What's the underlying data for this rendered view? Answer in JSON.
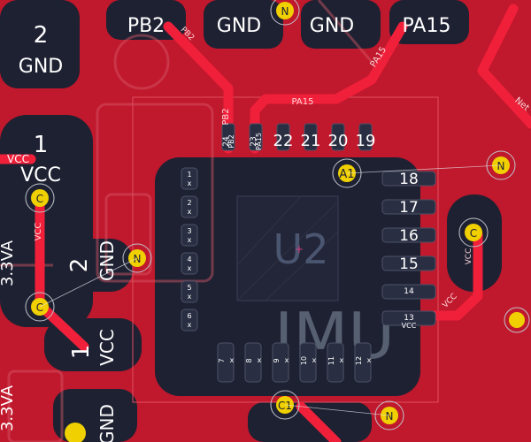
{
  "colors": {
    "copper": "#c0182c",
    "copper_dark": "#7a1424",
    "trace": "#f0203a",
    "pad_bg": "#1e2132",
    "via_fill": "#f0d000",
    "silk": "#6b7686",
    "white": "#ffffff"
  },
  "top_labels": {
    "pb2": "PB2",
    "gnd1": "GND",
    "gnd2": "GND",
    "pa15": "PA15"
  },
  "left_labels": {
    "pin2_num": "2",
    "pin2_net": "GND",
    "pin1_num": "1",
    "pin1_net": "VCC",
    "pin2b_num": "2",
    "pin2b_net": "GND",
    "pin1b_num": "1",
    "pin1b_net": "VCC",
    "edge_vcc": "VCC",
    "edge_33": "3.3VA",
    "edge_33b": "3.3VA",
    "bottom_gnd": "GND"
  },
  "chip": {
    "ref": "U2",
    "silk_label": "IMU",
    "top_pins": [
      "24",
      "23",
      "22",
      "21",
      "20",
      "19"
    ],
    "top_pin_nets": [
      "PB2",
      "PA15"
    ],
    "right_pins": [
      "18",
      "17",
      "16",
      "15",
      "14",
      "13"
    ],
    "right_pin_net_13": "VCC",
    "left_pins": [
      "1",
      "2",
      "3",
      "4",
      "5",
      "6"
    ],
    "bottom_pins": [
      "7",
      "8",
      "9",
      "10",
      "11",
      "12"
    ],
    "pad_mark": "x"
  },
  "traces": {
    "pb2_label": "PB2",
    "pa15_label": "PA15",
    "pa15_label2": "PA15",
    "vcc_right": "VCC",
    "vcc_left": "VCC",
    "net_edge": "Net"
  },
  "vias": {
    "a1": "A1",
    "c1": "C1",
    "n_top": "N",
    "n_right": "N",
    "n_left": "N",
    "c_left1": "C",
    "c_left2": "C",
    "c_right": "C",
    "n_bottom": "N"
  }
}
